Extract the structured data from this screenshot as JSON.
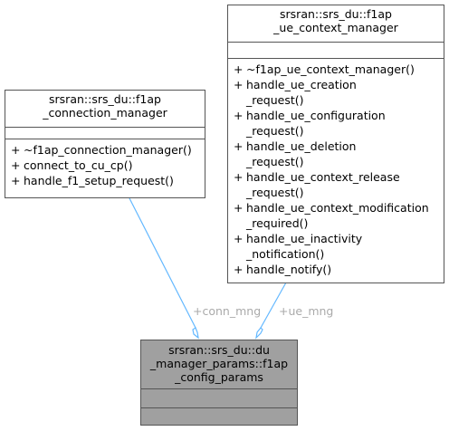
{
  "diagram": {
    "classes": {
      "connection_manager": {
        "name_lines": [
          "srsran::srs_du::f1ap",
          "_connection_manager"
        ],
        "operations": [
          {
            "vis": "+",
            "lines": [
              "~f1ap_connection_manager()"
            ]
          },
          {
            "vis": "+",
            "lines": [
              "connect_to_cu_cp()"
            ]
          },
          {
            "vis": "+",
            "lines": [
              "handle_f1_setup_request()"
            ]
          }
        ]
      },
      "ue_context_manager": {
        "name_lines": [
          "srsran::srs_du::f1ap",
          "_ue_context_manager"
        ],
        "operations": [
          {
            "vis": "+",
            "lines": [
              "~f1ap_ue_context_manager()"
            ]
          },
          {
            "vis": "+",
            "lines": [
              "handle_ue_creation",
              "_request()"
            ]
          },
          {
            "vis": "+",
            "lines": [
              "handle_ue_configuration",
              "_request()"
            ]
          },
          {
            "vis": "+",
            "lines": [
              "handle_ue_deletion",
              "_request()"
            ]
          },
          {
            "vis": "+",
            "lines": [
              "handle_ue_context_release",
              "_request()"
            ]
          },
          {
            "vis": "+",
            "lines": [
              "handle_ue_context_modification",
              "_required()"
            ]
          },
          {
            "vis": "+",
            "lines": [
              "handle_ue_inactivity",
              "_notification()"
            ]
          },
          {
            "vis": "+",
            "lines": [
              "handle_notify()"
            ]
          }
        ]
      },
      "config_params": {
        "name_lines": [
          "srsran::srs_du::du",
          "_manager_params::f1ap",
          "_config_params"
        ]
      }
    },
    "edges": {
      "conn_mng": {
        "label": "+conn_mng",
        "color": "#63b8ff"
      },
      "ue_mng": {
        "label": "+ue_mng",
        "color": "#63b8ff"
      }
    },
    "colors": {
      "target_fill": "#a0a0a0",
      "border": "#555555",
      "label": "#aaaaaa"
    }
  }
}
